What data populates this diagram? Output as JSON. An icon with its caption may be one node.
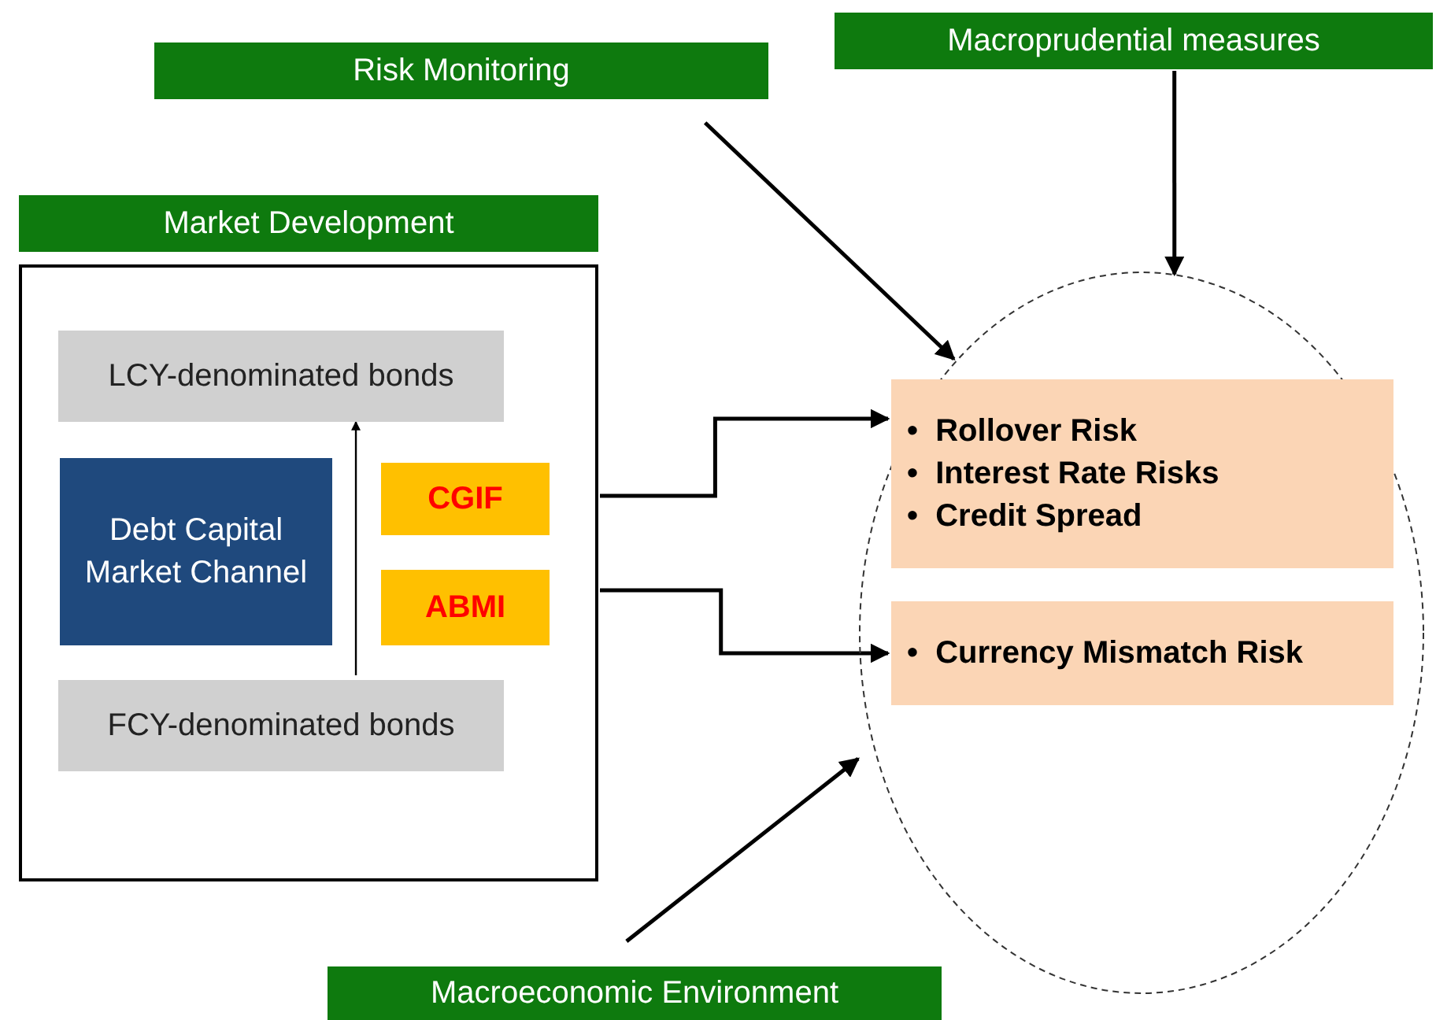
{
  "diagram": {
    "nodes": [
      {
        "text": [
          "Risk  Monitoring"
        ]
      },
      {
        "text": [
          "Macroprudential measures"
        ]
      },
      {
        "text": [
          "Market Development"
        ]
      },
      {
        "text": [],
        "shape": "box"
      },
      {
        "text": [
          "LCY-denominated bonds"
        ],
        "in": 3
      },
      {
        "text": [
          "Debt Capital Market Channel"
        ],
        "in": 3
      },
      {
        "text": [
          "CGIF"
        ],
        "in": 3
      },
      {
        "text": [
          "ABMI"
        ],
        "in": 3
      },
      {
        "text": [
          "FCY-denominated bonds"
        ],
        "in": 3
      },
      {
        "text": [],
        "shape": "circle"
      },
      {
        "text": [
          "•  Rollover Risk",
          "•  Interest Rate Risks",
          "•  Credit Spread"
        ],
        "in": 9
      },
      {
        "text": [
          "•  Currency Mismatch Risk"
        ],
        "in": 9
      },
      {
        "text": [
          "Macroeconomic  Environment"
        ]
      }
    ],
    "edges": [
      {
        "from": 0,
        "to": 9,
        "arrow": "to"
      },
      {
        "from": 1,
        "to": 9,
        "arrow": "to"
      },
      {
        "from": 8,
        "to": 4,
        "arrow": "to"
      },
      {
        "from": 3,
        "to": 10,
        "arrow": "to"
      },
      {
        "from": 3,
        "to": 11,
        "arrow": "to"
      },
      {
        "from": 12,
        "to": 9,
        "arrow": "to"
      }
    ]
  }
}
